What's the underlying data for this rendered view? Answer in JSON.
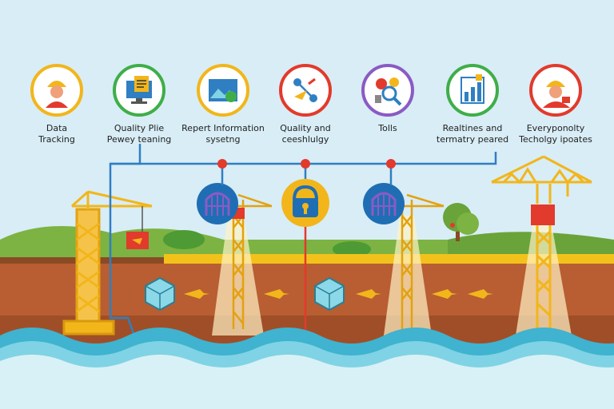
{
  "topics": [
    {
      "line1": "Data",
      "line2": "Tracking",
      "icon": "worker-icon",
      "ring": "#f2b61b"
    },
    {
      "line1": "Quality Plie",
      "line2": "Pewey teaning",
      "icon": "computer-document-icon",
      "ring": "#3fae49"
    },
    {
      "line1": "Repert Information",
      "line2": "sysetng",
      "icon": "landscape-image-icon",
      "ring": "#f2b61b"
    },
    {
      "line1": "Quality and",
      "line2": "ceeshlulgy",
      "icon": "network-nodes-icon",
      "ring": "#e23a2c"
    },
    {
      "line1": "Tolls",
      "line2": "",
      "icon": "search-gears-icon",
      "ring": "#8a5bc4"
    },
    {
      "line1": "Realtines and",
      "line2": "termatry peared",
      "icon": "bar-chart-icon",
      "ring": "#3fae49"
    },
    {
      "line1": "Everyponolty",
      "line2": "Techolgy ipoates",
      "icon": "worker-icon",
      "ring": "#e23a2c"
    }
  ],
  "colors": {
    "sky": "#d8edf6",
    "soil": "#b85e32",
    "soil_dark": "#a04e28",
    "grass": "#7cb342",
    "crane": "#f2b61b",
    "water": "#3fb3cf",
    "connector_blue": "#2f7fc2",
    "connector_red": "#e23a2c",
    "connector_green": "#3fae49",
    "gem": "#8ad8e8"
  }
}
